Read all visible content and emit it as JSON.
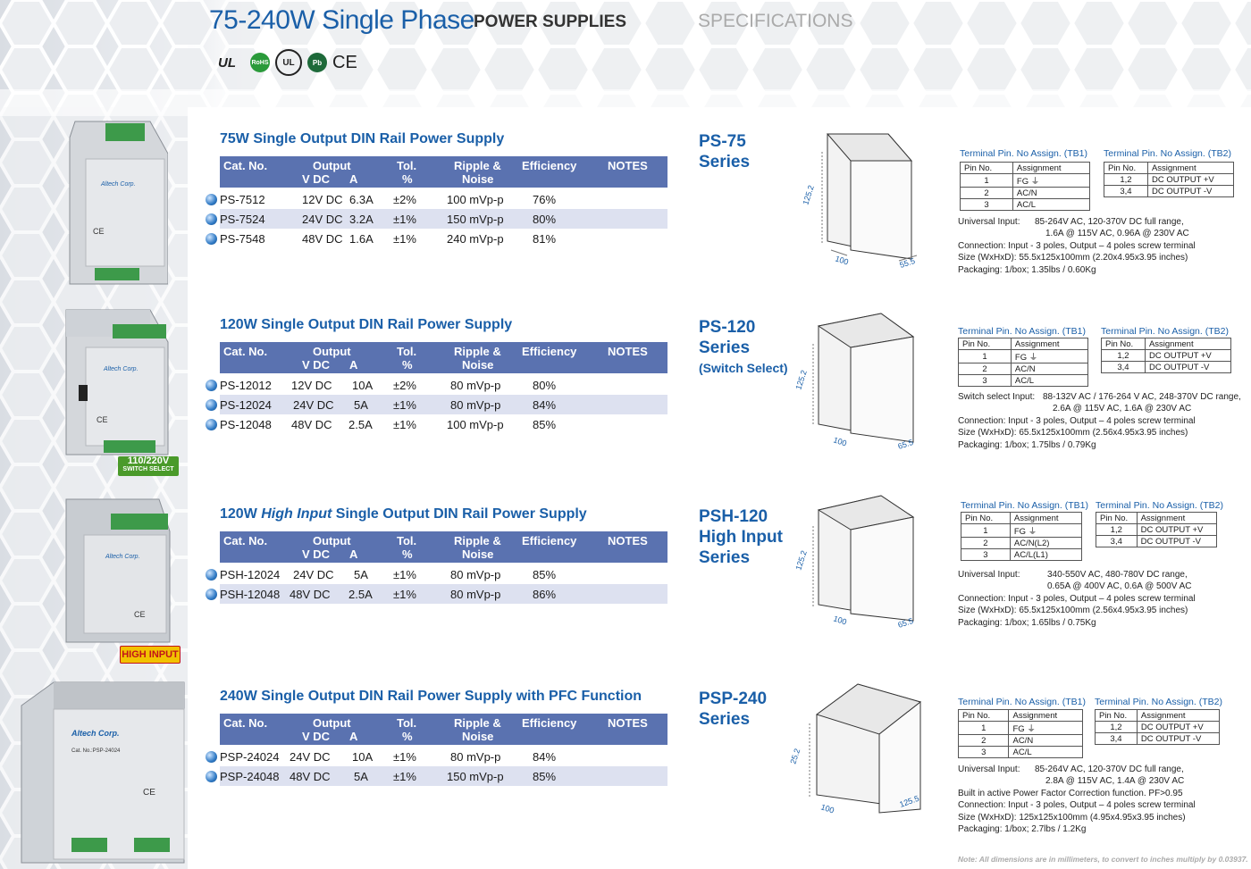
{
  "header": {
    "title": "75-240W Single Phase",
    "subtitle": "POWER SUPPLIES",
    "specifications": "SPECIFICATIONS"
  },
  "certs": [
    "UL",
    "RoHS",
    "UL",
    "Pb",
    "CE"
  ],
  "table_headers": {
    "cat": "Cat. No.",
    "output": "Output",
    "vdc": "V DC",
    "a": "A",
    "tol": "Tol.",
    "pct": "%",
    "ripple": "Ripple &",
    "noise": "Noise",
    "eff": "Efficiency",
    "notes": "NOTES"
  },
  "badges": {
    "switch_line1": "110/220V",
    "switch_line2": "SWITCH SELECT",
    "high_input": "HIGH INPUT"
  },
  "pin_titles": {
    "tb1": "Terminal Pin. No Assign. (TB1)",
    "tb2": "Terminal Pin. No Assign. (TB2)"
  },
  "pin_headers": {
    "pin": "Pin No.",
    "assign": "Assignment"
  },
  "sections": [
    {
      "title_pre": "75W",
      "title_em": "",
      "title_post": "Single Output DIN Rail Power Supply",
      "series": [
        "PS-75",
        "Series"
      ],
      "series_note": "",
      "rows": [
        {
          "cat": "PS-7512",
          "v": "12V DC",
          "a": "6.3A",
          "tol": "±2%",
          "ripple": "100 mVp-p",
          "eff": "76%"
        },
        {
          "cat": "PS-7524",
          "v": "24V DC",
          "a": "3.2A",
          "tol": "±1%",
          "ripple": "150 mVp-p",
          "eff": "80%"
        },
        {
          "cat": "PS-7548",
          "v": "48V DC",
          "a": "1.6A",
          "tol": "±1%",
          "ripple": "240 mVp-p",
          "eff": "81%"
        }
      ],
      "dims": {
        "h": "125.2",
        "w": "100",
        "d": "55.5"
      },
      "tb1": [
        [
          "1",
          "FG ⏚"
        ],
        [
          "2",
          "AC/N"
        ],
        [
          "3",
          "AC/L"
        ]
      ],
      "tb2": [
        [
          "1,2",
          "DC OUTPUT +V"
        ],
        [
          "3,4",
          "DC OUTPUT -V"
        ]
      ],
      "spec_lines": [
        {
          "label": "Universal Input:",
          "value": "85-264V AC, 120-370V DC full range,"
        },
        {
          "label": "",
          "value": "1.6A @ 115V AC, 0.96A @ 230V AC"
        },
        {
          "label": "Connection: Input - 3 poles, Output – 4 poles screw terminal",
          "value": ""
        },
        {
          "label": "Size (WxHxD): 55.5x125x100mm (2.20x4.95x3.95 inches)",
          "value": ""
        },
        {
          "label": "Packaging: 1/box; 1.35lbs / 0.60Kg",
          "value": ""
        }
      ]
    },
    {
      "title_pre": "120W",
      "title_em": "",
      "title_post": "Single Output DIN Rail Power Supply",
      "series": [
        "PS-120",
        "Series"
      ],
      "series_note": "(Switch Select)",
      "rows": [
        {
          "cat": "PS-12012",
          "v": "12V DC",
          "a": "10A",
          "tol": "±2%",
          "ripple": "80 mVp-p",
          "eff": "80%"
        },
        {
          "cat": "PS-12024",
          "v": "24V DC",
          "a": "5A",
          "tol": "±1%",
          "ripple": "80 mVp-p",
          "eff": "84%"
        },
        {
          "cat": "PS-12048",
          "v": "48V DC",
          "a": "2.5A",
          "tol": "±1%",
          "ripple": "100 mVp-p",
          "eff": "85%"
        }
      ],
      "dims": {
        "h": "125.2",
        "w": "100",
        "d": "65.5"
      },
      "tb1": [
        [
          "1",
          "FG ⏚"
        ],
        [
          "2",
          "AC/N"
        ],
        [
          "3",
          "AC/L"
        ]
      ],
      "tb2": [
        [
          "1,2",
          "DC OUTPUT +V"
        ],
        [
          "3,4",
          "DC OUTPUT -V"
        ]
      ],
      "spec_lines": [
        {
          "label": "Switch select Input:",
          "value": "88-132V AC / 176-264 V AC, 248-370V DC range,"
        },
        {
          "label": "",
          "value": "2.6A @ 115V AC, 1.6A @ 230V AC"
        },
        {
          "label": "Connection: Input - 3 poles, Output – 4 poles screw terminal",
          "value": ""
        },
        {
          "label": "Size (WxHxD): 65.5x125x100mm (2.56x4.95x3.95 inches)",
          "value": ""
        },
        {
          "label": "Packaging: 1/box; 1.75lbs / 0.79Kg",
          "value": ""
        }
      ]
    },
    {
      "title_pre": "120W",
      "title_em": "High Input",
      "title_post": "Single Output DIN Rail Power Supply",
      "series": [
        "PSH-120",
        "High Input",
        "Series"
      ],
      "series_note": "",
      "rows": [
        {
          "cat": "PSH-12024",
          "v": "24V DC",
          "a": "5A",
          "tol": "±1%",
          "ripple": "80 mVp-p",
          "eff": "85%"
        },
        {
          "cat": "PSH-12048",
          "v": "48V DC",
          "a": "2.5A",
          "tol": "±1%",
          "ripple": "80 mVp-p",
          "eff": "86%"
        }
      ],
      "dims": {
        "h": "125.2",
        "w": "100",
        "d": "65.5"
      },
      "tb1": [
        [
          "1",
          "FG ⏚"
        ],
        [
          "2",
          "AC/N(L2)"
        ],
        [
          "3",
          "AC/L(L1)"
        ]
      ],
      "tb2": [
        [
          "1,2",
          "DC OUTPUT +V"
        ],
        [
          "3,4",
          "DC OUTPUT -V"
        ]
      ],
      "spec_lines": [
        {
          "label": "Universal Input:",
          "value": "340-550V AC, 480-780V DC range,"
        },
        {
          "label": "",
          "value": "0.65A @ 400V AC, 0.6A @ 500V AC"
        },
        {
          "label": "Connection: Input - 3 poles, Output – 4 poles screw terminal",
          "value": ""
        },
        {
          "label": "Size (WxHxD): 65.5x125x100mm (2.56x4.95x3.95 inches)",
          "value": ""
        },
        {
          "label": "Packaging: 1/box; 1.65lbs / 0.75Kg",
          "value": ""
        }
      ]
    },
    {
      "title_pre": "240W",
      "title_em": "",
      "title_post": "Single Output DIN Rail Power Supply with PFC Function",
      "series": [
        "PSP-240",
        "Series"
      ],
      "series_note": "",
      "rows": [
        {
          "cat": "PSP-24024",
          "v": "24V DC",
          "a": "10A",
          "tol": "±1%",
          "ripple": "80 mVp-p",
          "eff": "84%"
        },
        {
          "cat": "PSP-24048",
          "v": "48V DC",
          "a": "5A",
          "tol": "±1%",
          "ripple": "150 mVp-p",
          "eff": "85%"
        }
      ],
      "dims": {
        "h": "25.2",
        "w": "100",
        "d": "125.5"
      },
      "tb1": [
        [
          "1",
          "FG ⏚"
        ],
        [
          "2",
          "AC/N"
        ],
        [
          "3",
          "AC/L"
        ]
      ],
      "tb2": [
        [
          "1,2",
          "DC OUTPUT +V"
        ],
        [
          "3,4",
          "DC OUTPUT -V"
        ]
      ],
      "spec_lines": [
        {
          "label": "Universal Input:",
          "value": "85-264V AC, 120-370V DC full range,"
        },
        {
          "label": "",
          "value": "2.8A @ 115V AC, 1.4A @ 230V AC"
        },
        {
          "label": "Built in active Power Factor Correction function. PF>0.95",
          "value": ""
        },
        {
          "label": "Connection: Input - 3 poles, Output – 4 poles screw terminal",
          "value": ""
        },
        {
          "label": "Size (WxHxD): 125x125x100mm (4.95x4.95x3.95 inches)",
          "value": ""
        },
        {
          "label": "Packaging: 1/box; 2.7lbs / 1.2Kg",
          "value": ""
        }
      ]
    }
  ],
  "footnote": "Note: All dimensions are in millimeters, to convert to inches multiply by 0.03937."
}
